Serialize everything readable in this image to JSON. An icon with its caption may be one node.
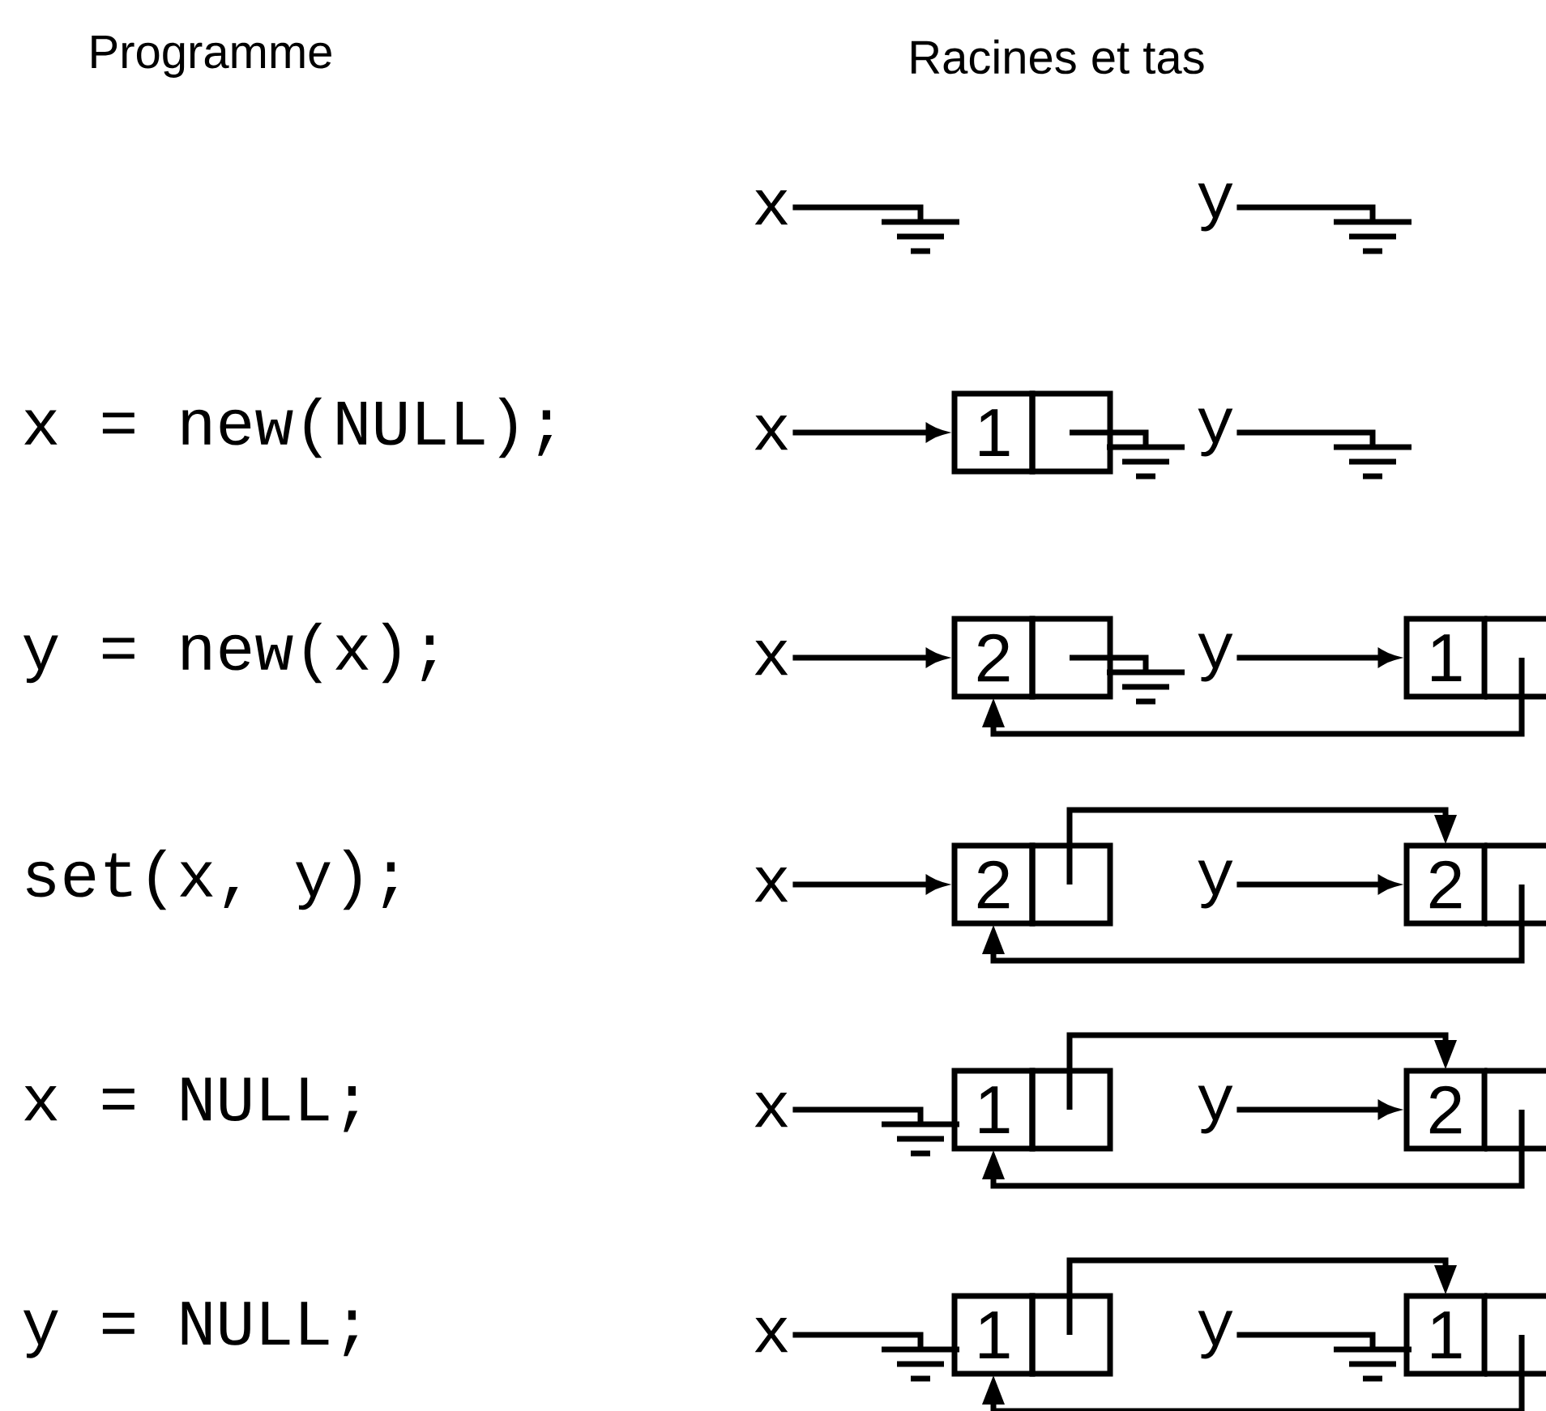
{
  "diagram": {
    "nodes": [
      {
        "text": [
          "x"
        ]
      },
      {
        "text": [
          "y"
        ]
      },
      {
        "text": [
          "x"
        ]
      },
      {
        "text": [
          "1"
        ]
      },
      {
        "text": [
          "y"
        ]
      },
      {
        "text": [
          "x"
        ]
      },
      {
        "text": [
          "2"
        ]
      },
      {
        "text": [
          "y"
        ]
      },
      {
        "text": [
          "1"
        ]
      },
      {
        "text": [
          "x"
        ]
      },
      {
        "text": [
          "2"
        ]
      },
      {
        "text": [
          "y"
        ]
      },
      {
        "text": [
          "2"
        ]
      },
      {
        "text": [
          "x"
        ]
      },
      {
        "text": [
          "1"
        ]
      },
      {
        "text": [
          "y"
        ]
      },
      {
        "text": [
          "2"
        ]
      },
      {
        "text": [
          "x"
        ]
      },
      {
        "text": [
          "1"
        ]
      },
      {
        "text": [
          "y"
        ]
      },
      {
        "text": [
          "1"
        ]
      },
      {
        "text": [],
        "shape": "ground"
      },
      {
        "text": [],
        "shape": "ground"
      },
      {
        "text": [],
        "shape": "ground"
      },
      {
        "text": [],
        "shape": "ground"
      },
      {
        "text": [],
        "shape": "ground"
      },
      {
        "text": [],
        "shape": "ground"
      },
      {
        "text": [],
        "shape": "ground"
      },
      {
        "text": [],
        "shape": "ground"
      }
    ],
    "edges": [
      {
        "from": 0,
        "to": 21,
        "arrow": "none"
      },
      {
        "from": 1,
        "to": 22,
        "arrow": "none"
      },
      {
        "from": 2,
        "to": 3,
        "arrow": "to"
      },
      {
        "from": 3,
        "to": 23,
        "arrow": "none"
      },
      {
        "from": 4,
        "to": 24,
        "arrow": "none"
      },
      {
        "from": 5,
        "to": 6,
        "arrow": "to"
      },
      {
        "from": 6,
        "to": 25,
        "arrow": "none"
      },
      {
        "from": 7,
        "to": 8,
        "arrow": "to"
      },
      {
        "from": 8,
        "to": 6,
        "arrow": "to"
      },
      {
        "from": 9,
        "to": 10,
        "arrow": "to"
      },
      {
        "from": 10,
        "to": 12,
        "arrow": "to"
      },
      {
        "from": 11,
        "to": 12,
        "arrow": "to"
      },
      {
        "from": 12,
        "to": 10,
        "arrow": "to"
      },
      {
        "from": 13,
        "to": 26,
        "arrow": "none"
      },
      {
        "from": 14,
        "to": 16,
        "arrow": "to"
      },
      {
        "from": 15,
        "to": 16,
        "arrow": "to"
      },
      {
        "from": 16,
        "to": 14,
        "arrow": "to"
      },
      {
        "from": 17,
        "to": 27,
        "arrow": "none"
      },
      {
        "from": 18,
        "to": 20,
        "arrow": "to"
      },
      {
        "from": 19,
        "to": 28,
        "arrow": "none"
      },
      {
        "from": 20,
        "to": 18,
        "arrow": "to"
      }
    ],
    "labels": [
      "Programme",
      "Racines et tas",
      "x = new(NULL);",
      "y = new(x);",
      "set(x, y);",
      "x = NULL;",
      "y = NULL;"
    ]
  }
}
